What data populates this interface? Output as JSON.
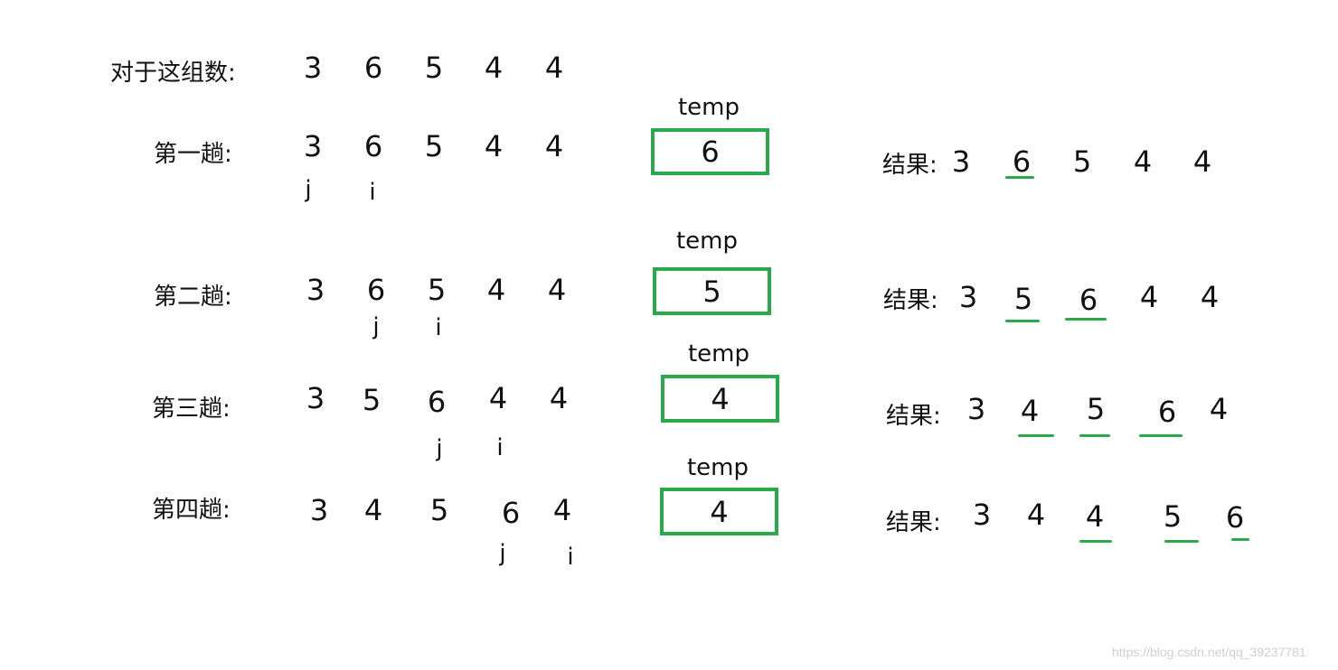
{
  "intro": {
    "label": "对于这组数:",
    "numbers": [
      "3",
      "6",
      "5",
      "4",
      "4"
    ]
  },
  "temp_label": "temp",
  "result_label": "结果:",
  "passes": [
    {
      "label": "第一趟:",
      "numbers": [
        "3",
        "6",
        "5",
        "4",
        "4"
      ],
      "pointer_j": "j",
      "pointer_i": "i",
      "temp_value": "6",
      "result": [
        "3",
        "6",
        "5",
        "4",
        "4"
      ],
      "underlined_result_indices": [
        1
      ]
    },
    {
      "label": "第二趟:",
      "numbers": [
        "3",
        "6",
        "5",
        "4",
        "4"
      ],
      "pointer_j": "j",
      "pointer_i": "i",
      "temp_value": "5",
      "result": [
        "3",
        "5",
        "6",
        "4",
        "4"
      ],
      "underlined_result_indices": [
        1,
        2
      ]
    },
    {
      "label": "第三趟:",
      "numbers": [
        "3",
        "5",
        "6",
        "4",
        "4"
      ],
      "pointer_j": "j",
      "pointer_i": "i",
      "temp_value": "4",
      "result": [
        "3",
        "4",
        "5",
        "6",
        "4"
      ],
      "underlined_result_indices": [
        1,
        2,
        3
      ]
    },
    {
      "label": "第四趟:",
      "numbers": [
        "3",
        "4",
        "5",
        "6",
        "4"
      ],
      "pointer_j": "j",
      "pointer_i": "i",
      "temp_value": "4",
      "result": [
        "3",
        "4",
        "4",
        "5",
        "6"
      ],
      "underlined_result_indices": [
        2,
        3,
        4
      ]
    }
  ],
  "colors": {
    "box_border": "#2aa84a",
    "underline": "#2aa84a"
  },
  "watermark": "https://blog.csdn.net/qq_39237781"
}
